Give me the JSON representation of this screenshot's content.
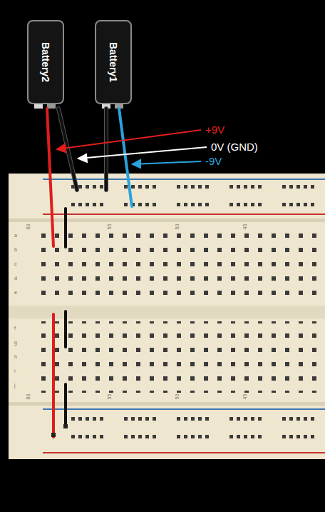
{
  "diagram": {
    "nodes": [
      {
        "text": [
          "Battery2"
        ]
      },
      {
        "text": [
          "Battery1"
        ]
      }
    ],
    "labels": [
      "+9V",
      "0V (GND)",
      "-9V",
      "60",
      "55",
      "50",
      "45",
      "a",
      "b",
      "c",
      "d",
      "e",
      "f",
      "g",
      "h",
      "i",
      "j",
      "60",
      "55",
      "50",
      "45"
    ]
  }
}
